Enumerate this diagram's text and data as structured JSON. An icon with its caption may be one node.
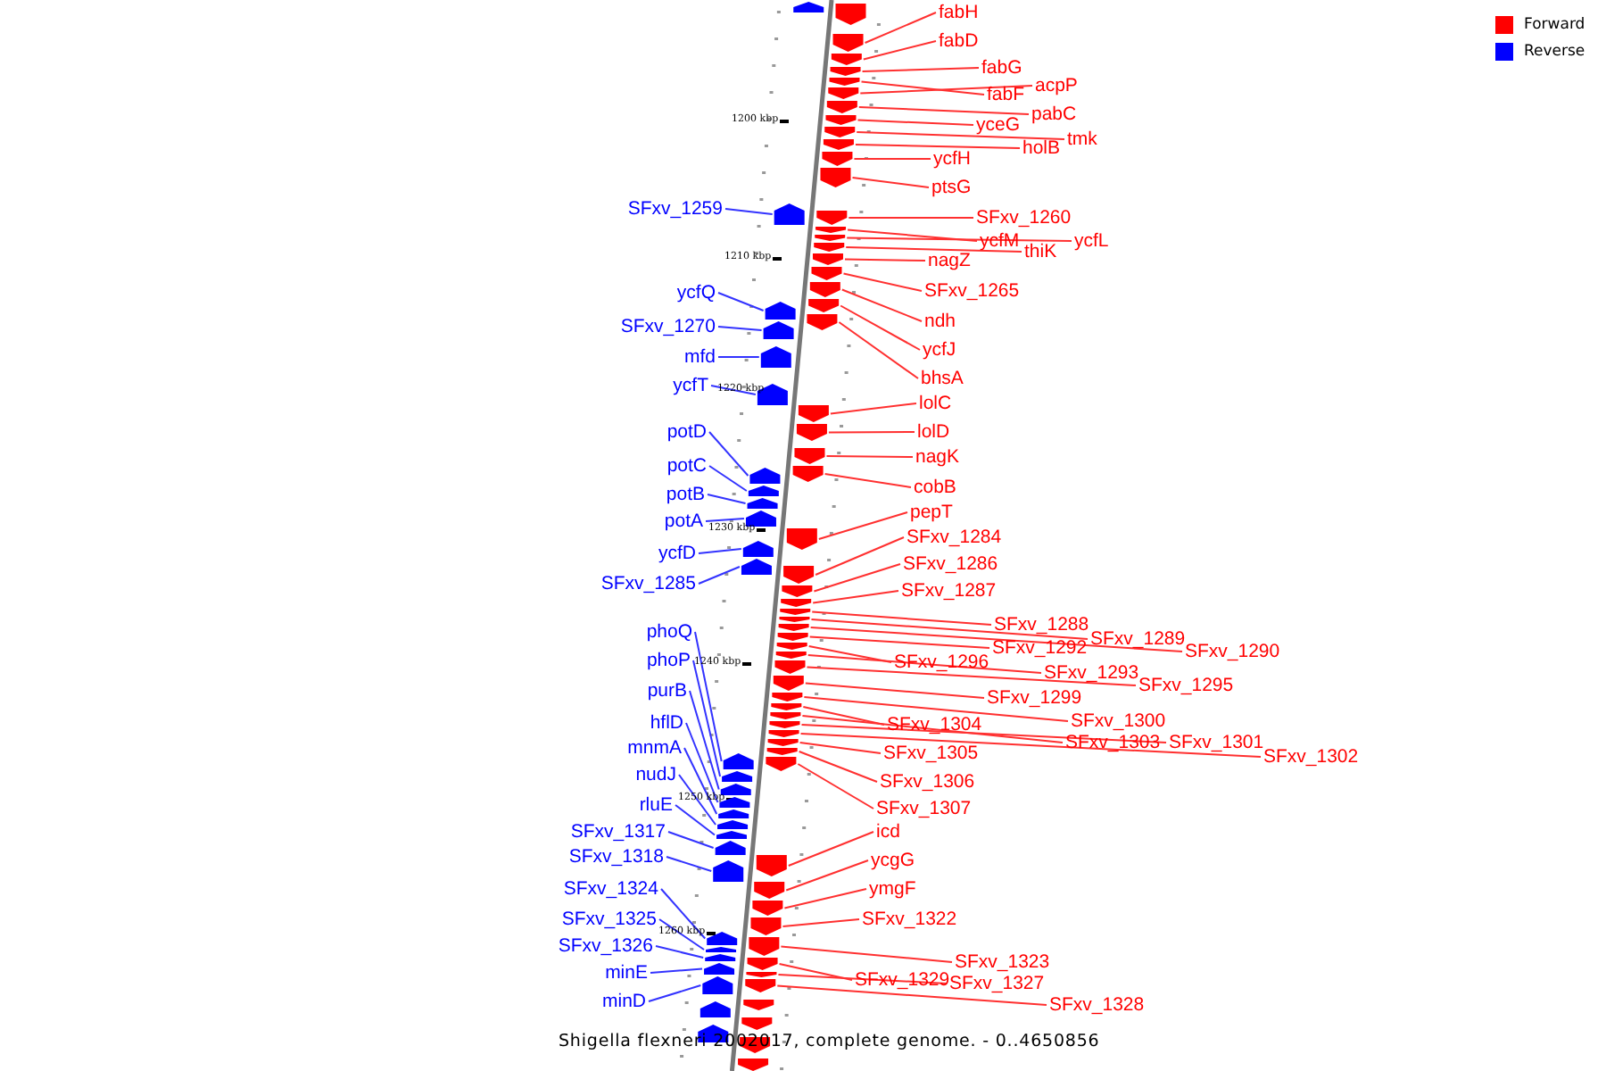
{
  "diagram": {
    "caption": "Shigella flexneri 2002017, complete genome. - 0..4650856",
    "nodes": [
      {
        "text": [
          "fabH"
        ]
      },
      {
        "text": [
          "fabD"
        ]
      },
      {
        "text": [
          "fabG"
        ]
      },
      {
        "text": [
          "fabF"
        ]
      },
      {
        "text": [
          "acpP"
        ]
      },
      {
        "text": [
          "pabC"
        ]
      },
      {
        "text": [
          "yceG"
        ]
      },
      {
        "text": [
          "tmk"
        ]
      },
      {
        "text": [
          "holB"
        ]
      },
      {
        "text": [
          "ycfH"
        ]
      },
      {
        "text": [
          "ptsG"
        ]
      },
      {
        "text": [
          "SFxv_1260"
        ]
      },
      {
        "text": [
          "ycfM"
        ]
      },
      {
        "text": [
          "ycfL"
        ]
      },
      {
        "text": [
          "thiK"
        ]
      },
      {
        "text": [
          "nagZ"
        ]
      },
      {
        "text": [
          "SFxv_1265"
        ]
      },
      {
        "text": [
          "ndh"
        ]
      },
      {
        "text": [
          "ycfJ"
        ]
      },
      {
        "text": [
          "bhsA"
        ]
      },
      {
        "text": [
          "lolC"
        ]
      },
      {
        "text": [
          "lolD"
        ]
      },
      {
        "text": [
          "nagK"
        ]
      },
      {
        "text": [
          "cobB"
        ]
      },
      {
        "text": [
          "pepT"
        ]
      },
      {
        "text": [
          "SFxv_1284"
        ]
      },
      {
        "text": [
          "SFxv_1286"
        ]
      },
      {
        "text": [
          "SFxv_1287"
        ]
      },
      {
        "text": [
          "SFxv_1288"
        ]
      },
      {
        "text": [
          "SFxv_1289"
        ]
      },
      {
        "text": [
          "SFxv_1290"
        ]
      },
      {
        "text": [
          "SFxv_1292"
        ]
      },
      {
        "text": [
          "SFxv_1296"
        ]
      },
      {
        "text": [
          "SFxv_1293"
        ]
      },
      {
        "text": [
          "SFxv_1295"
        ]
      },
      {
        "text": [
          "SFxv_1299"
        ]
      },
      {
        "text": [
          "SFxv_1300"
        ]
      },
      {
        "text": [
          "SFxv_1304"
        ]
      },
      {
        "text": [
          "SFxv_1303"
        ]
      },
      {
        "text": [
          "SFxv_1301"
        ]
      },
      {
        "text": [
          "SFxv_1302"
        ]
      },
      {
        "text": [
          "SFxv_1305"
        ]
      },
      {
        "text": [
          "SFxv_1306"
        ]
      },
      {
        "text": [
          "SFxv_1307"
        ]
      },
      {
        "text": [
          "icd"
        ]
      },
      {
        "text": [
          "ycgG"
        ]
      },
      {
        "text": [
          "ymgF"
        ]
      },
      {
        "text": [
          "SFxv_1322"
        ]
      },
      {
        "text": [
          "SFxv_1323"
        ]
      },
      {
        "text": [
          "SFxv_1329"
        ]
      },
      {
        "text": [
          "SFxv_1327"
        ]
      },
      {
        "text": [
          "SFxv_1328"
        ]
      },
      {
        "text": [
          "SFxv_1259"
        ]
      },
      {
        "text": [
          "ycfQ"
        ]
      },
      {
        "text": [
          "SFxv_1270"
        ]
      },
      {
        "text": [
          "mfd"
        ]
      },
      {
        "text": [
          "ycfT"
        ]
      },
      {
        "text": [
          "potD"
        ]
      },
      {
        "text": [
          "potC"
        ]
      },
      {
        "text": [
          "potB"
        ]
      },
      {
        "text": [
          "potA"
        ]
      },
      {
        "text": [
          "ycfD"
        ]
      },
      {
        "text": [
          "SFxv_1285"
        ]
      },
      {
        "text": [
          "phoQ"
        ]
      },
      {
        "text": [
          "phoP"
        ]
      },
      {
        "text": [
          "purB"
        ]
      },
      {
        "text": [
          "hflD"
        ]
      },
      {
        "text": [
          "mnmA"
        ]
      },
      {
        "text": [
          "nudJ"
        ]
      },
      {
        "text": [
          "rluE"
        ]
      },
      {
        "text": [
          "SFxv_1317"
        ]
      },
      {
        "text": [
          "SFxv_1318"
        ]
      },
      {
        "text": [
          "SFxv_1324"
        ]
      },
      {
        "text": [
          "SFxv_1325"
        ]
      },
      {
        "text": [
          "SFxv_1326"
        ]
      },
      {
        "text": [
          "minE"
        ]
      },
      {
        "text": [
          "minD"
        ]
      },
      {
        "text": [],
        "shape": "pentagon"
      },
      {
        "text": [],
        "shape": "pentagon"
      },
      {
        "text": [],
        "shape": "pentagon"
      },
      {
        "text": [],
        "shape": "pentagon"
      },
      {
        "text": [],
        "shape": "pentagon"
      },
      {
        "text": [],
        "shape": "pentagon"
      },
      {
        "text": [],
        "shape": "pentagon"
      },
      {
        "text": [],
        "shape": "pentagon"
      },
      {
        "text": [],
        "shape": "pentagon"
      },
      {
        "text": [],
        "shape": "pentagon"
      },
      {
        "text": [],
        "shape": "pentagon"
      },
      {
        "text": [],
        "shape": "pentagon"
      },
      {
        "text": [],
        "shape": "pentagon"
      },
      {
        "text": [],
        "shape": "pentagon"
      },
      {
        "text": [],
        "shape": "pentagon"
      },
      {
        "text": [],
        "shape": "pentagon"
      },
      {
        "text": [],
        "shape": "pentagon"
      },
      {
        "text": [],
        "shape": "pentagon"
      },
      {
        "text": [],
        "shape": "pentagon"
      },
      {
        "text": [],
        "shape": "pentagon"
      },
      {
        "text": [],
        "shape": "pentagon"
      },
      {
        "text": [],
        "shape": "pentagon"
      },
      {
        "text": [],
        "shape": "pentagon"
      },
      {
        "text": [],
        "shape": "pentagon"
      },
      {
        "text": [],
        "shape": "pentagon"
      },
      {
        "text": [],
        "shape": "pentagon"
      },
      {
        "text": [],
        "shape": "pentagon"
      },
      {
        "text": [],
        "shape": "pentagon"
      },
      {
        "text": [],
        "shape": "pentagon"
      },
      {
        "text": [],
        "shape": "pentagon"
      },
      {
        "text": [],
        "shape": "pentagon"
      },
      {
        "text": [],
        "shape": "pentagon"
      },
      {
        "text": [],
        "shape": "pentagon"
      },
      {
        "text": [],
        "shape": "pentagon"
      },
      {
        "text": [],
        "shape": "pentagon"
      },
      {
        "text": [],
        "shape": "pentagon"
      },
      {
        "text": [],
        "shape": "pentagon"
      },
      {
        "text": [],
        "shape": "pentagon"
      },
      {
        "text": [],
        "shape": "pentagon"
      },
      {
        "text": [],
        "shape": "pentagon"
      },
      {
        "text": [],
        "shape": "pentagon"
      },
      {
        "text": [],
        "shape": "pentagon"
      },
      {
        "text": [],
        "shape": "pentagon"
      },
      {
        "text": [],
        "shape": "pentagon"
      },
      {
        "text": [],
        "shape": "pentagon"
      },
      {
        "text": [],
        "shape": "pentagon"
      },
      {
        "text": [],
        "shape": "pentagon"
      },
      {
        "text": [],
        "shape": "pentagon"
      },
      {
        "text": [],
        "shape": "pentagon"
      },
      {
        "text": [],
        "shape": "pentagon"
      },
      {
        "text": [],
        "shape": "pentagon"
      },
      {
        "text": [],
        "shape": "pentagon"
      },
      {
        "text": [],
        "shape": "pentagon"
      },
      {
        "text": [],
        "shape": "pentagon"
      },
      {
        "text": [],
        "shape": "pentagon"
      },
      {
        "text": [],
        "shape": "pentagon"
      },
      {
        "text": [],
        "shape": "pentagon"
      },
      {
        "text": [],
        "shape": "pentagon"
      },
      {
        "text": [],
        "shape": "pentagon"
      },
      {
        "text": [],
        "shape": "pentagon"
      },
      {
        "text": [],
        "shape": "pentagon"
      },
      {
        "text": [],
        "shape": "pentagon"
      },
      {
        "text": [],
        "shape": "pentagon"
      },
      {
        "text": [],
        "shape": "pentagon"
      },
      {
        "text": [],
        "shape": "pentagon"
      },
      {
        "text": [],
        "shape": "pentagon"
      },
      {
        "text": [],
        "shape": "pentagon"
      },
      {
        "text": [],
        "shape": "pentagon"
      },
      {
        "text": [],
        "shape": "pentagon"
      },
      {
        "text": [],
        "shape": "pentagon"
      },
      {
        "text": [],
        "shape": "pentagon"
      },
      {
        "text": [],
        "shape": "pentagon"
      },
      {
        "text": [],
        "shape": "pentagon"
      },
      {
        "text": [],
        "shape": "pentagon"
      },
      {
        "text": [],
        "shape": "pentagon"
      },
      {
        "text": [],
        "shape": "pentagon"
      },
      {
        "text": [],
        "shape": "pentagon"
      },
      {
        "text": [],
        "shape": "pentagon"
      },
      {
        "text": [],
        "shape": "pentagon"
      },
      {
        "text": [],
        "shape": "pentagon"
      },
      {
        "text": [],
        "shape": "pentagon"
      },
      {
        "text": [],
        "shape": "pentagon"
      },
      {
        "text": [],
        "shape": "pentagon"
      },
      {
        "text": [],
        "shape": "pentagon"
      },
      {
        "text": [],
        "shape": "pentagon"
      }
    ],
    "edges": [
      {
        "from": 0,
        "to": 77,
        "arrow": "none"
      },
      {
        "from": 1,
        "to": 78,
        "arrow": "none"
      },
      {
        "from": 2,
        "to": 79,
        "arrow": "none"
      },
      {
        "from": 3,
        "to": 80,
        "arrow": "none"
      },
      {
        "from": 4,
        "to": 81,
        "arrow": "none"
      },
      {
        "from": 5,
        "to": 82,
        "arrow": "none"
      },
      {
        "from": 6,
        "to": 83,
        "arrow": "none"
      },
      {
        "from": 7,
        "to": 84,
        "arrow": "none"
      },
      {
        "from": 8,
        "to": 85,
        "arrow": "none"
      },
      {
        "from": 9,
        "to": 86,
        "arrow": "none"
      },
      {
        "from": 10,
        "to": 87,
        "arrow": "none"
      },
      {
        "from": 11,
        "to": 88,
        "arrow": "none"
      },
      {
        "from": 12,
        "to": 89,
        "arrow": "none"
      },
      {
        "from": 13,
        "to": 90,
        "arrow": "none"
      },
      {
        "from": 14,
        "to": 91,
        "arrow": "none"
      },
      {
        "from": 15,
        "to": 92,
        "arrow": "none"
      },
      {
        "from": 16,
        "to": 93,
        "arrow": "none"
      },
      {
        "from": 17,
        "to": 94,
        "arrow": "none"
      },
      {
        "from": 18,
        "to": 95,
        "arrow": "none"
      },
      {
        "from": 19,
        "to": 96,
        "arrow": "none"
      },
      {
        "from": 20,
        "to": 97,
        "arrow": "none"
      },
      {
        "from": 21,
        "to": 98,
        "arrow": "none"
      },
      {
        "from": 22,
        "to": 99,
        "arrow": "none"
      },
      {
        "from": 23,
        "to": 100,
        "arrow": "none"
      },
      {
        "from": 24,
        "to": 101,
        "arrow": "none"
      },
      {
        "from": 25,
        "to": 102,
        "arrow": "none"
      },
      {
        "from": 26,
        "to": 103,
        "arrow": "none"
      },
      {
        "from": 27,
        "to": 104,
        "arrow": "none"
      },
      {
        "from": 28,
        "to": 105,
        "arrow": "none"
      },
      {
        "from": 29,
        "to": 106,
        "arrow": "none"
      },
      {
        "from": 30,
        "to": 107,
        "arrow": "none"
      },
      {
        "from": 31,
        "to": 108,
        "arrow": "none"
      },
      {
        "from": 32,
        "to": 109,
        "arrow": "none"
      },
      {
        "from": 33,
        "to": 110,
        "arrow": "none"
      },
      {
        "from": 34,
        "to": 111,
        "arrow": "none"
      },
      {
        "from": 35,
        "to": 112,
        "arrow": "none"
      },
      {
        "from": 36,
        "to": 113,
        "arrow": "none"
      },
      {
        "from": 37,
        "to": 114,
        "arrow": "none"
      },
      {
        "from": 38,
        "to": 115,
        "arrow": "none"
      },
      {
        "from": 39,
        "to": 116,
        "arrow": "none"
      },
      {
        "from": 40,
        "to": 117,
        "arrow": "none"
      },
      {
        "from": 41,
        "to": 118,
        "arrow": "none"
      },
      {
        "from": 42,
        "to": 119,
        "arrow": "none"
      },
      {
        "from": 43,
        "to": 120,
        "arrow": "none"
      },
      {
        "from": 44,
        "to": 121,
        "arrow": "none"
      },
      {
        "from": 45,
        "to": 122,
        "arrow": "none"
      },
      {
        "from": 46,
        "to": 123,
        "arrow": "none"
      },
      {
        "from": 47,
        "to": 124,
        "arrow": "none"
      },
      {
        "from": 48,
        "to": 125,
        "arrow": "none"
      },
      {
        "from": 49,
        "to": 126,
        "arrow": "none"
      },
      {
        "from": 50,
        "to": 127,
        "arrow": "none"
      },
      {
        "from": 51,
        "to": 128,
        "arrow": "none"
      },
      {
        "from": 52,
        "to": 129,
        "arrow": "none",
        "color": "#3333ff"
      },
      {
        "from": 53,
        "to": 130,
        "arrow": "none",
        "color": "#3333ff"
      },
      {
        "from": 54,
        "to": 131,
        "arrow": "none",
        "color": "#3333ff"
      },
      {
        "from": 55,
        "to": 132,
        "arrow": "none",
        "color": "#3333ff"
      },
      {
        "from": 56,
        "to": 133,
        "arrow": "none",
        "color": "#3333ff"
      },
      {
        "from": 57,
        "to": 134,
        "arrow": "none",
        "color": "#3333ff"
      },
      {
        "from": 58,
        "to": 135,
        "arrow": "none",
        "color": "#3333ff"
      },
      {
        "from": 59,
        "to": 136,
        "arrow": "none",
        "color": "#3333ff"
      },
      {
        "from": 60,
        "to": 137,
        "arrow": "none",
        "color": "#3333ff"
      },
      {
        "from": 61,
        "to": 138,
        "arrow": "none",
        "color": "#3333ff"
      },
      {
        "from": 62,
        "to": 139,
        "arrow": "none",
        "color": "#3333ff"
      },
      {
        "from": 63,
        "to": 140,
        "arrow": "none",
        "color": "#3333ff"
      },
      {
        "from": 64,
        "to": 141,
        "arrow": "none",
        "color": "#3333ff"
      },
      {
        "from": 65,
        "to": 142,
        "arrow": "none",
        "color": "#3333ff"
      },
      {
        "from": 66,
        "to": 143,
        "arrow": "none",
        "color": "#3333ff"
      },
      {
        "from": 67,
        "to": 144,
        "arrow": "none",
        "color": "#3333ff"
      },
      {
        "from": 68,
        "to": 145,
        "arrow": "none",
        "color": "#3333ff"
      },
      {
        "from": 69,
        "to": 146,
        "arrow": "none",
        "color": "#3333ff"
      },
      {
        "from": 70,
        "to": 147,
        "arrow": "none",
        "color": "#3333ff"
      },
      {
        "from": 71,
        "to": 148,
        "arrow": "none",
        "color": "#3333ff"
      },
      {
        "from": 72,
        "to": 149,
        "arrow": "none",
        "color": "#3333ff"
      },
      {
        "from": 73,
        "to": 150,
        "arrow": "none",
        "color": "#3333ff"
      },
      {
        "from": 74,
        "to": 151,
        "arrow": "none",
        "color": "#3333ff"
      },
      {
        "from": 75,
        "to": 152,
        "arrow": "none",
        "color": "#3333ff"
      },
      {
        "from": 76,
        "to": 153,
        "arrow": "none",
        "color": "#3333ff"
      }
    ],
    "labels": [
      "1200 kbp",
      "1210 kbp",
      "1220 kbp",
      "1230 kbp",
      "1240 kbp",
      "1250 kbp",
      "1260 kbp"
    ],
    "legend": [
      {
        "text": "Forward",
        "color": "#ff0000"
      },
      {
        "text": "Reverse",
        "color": "#0000ff"
      }
    ]
  }
}
